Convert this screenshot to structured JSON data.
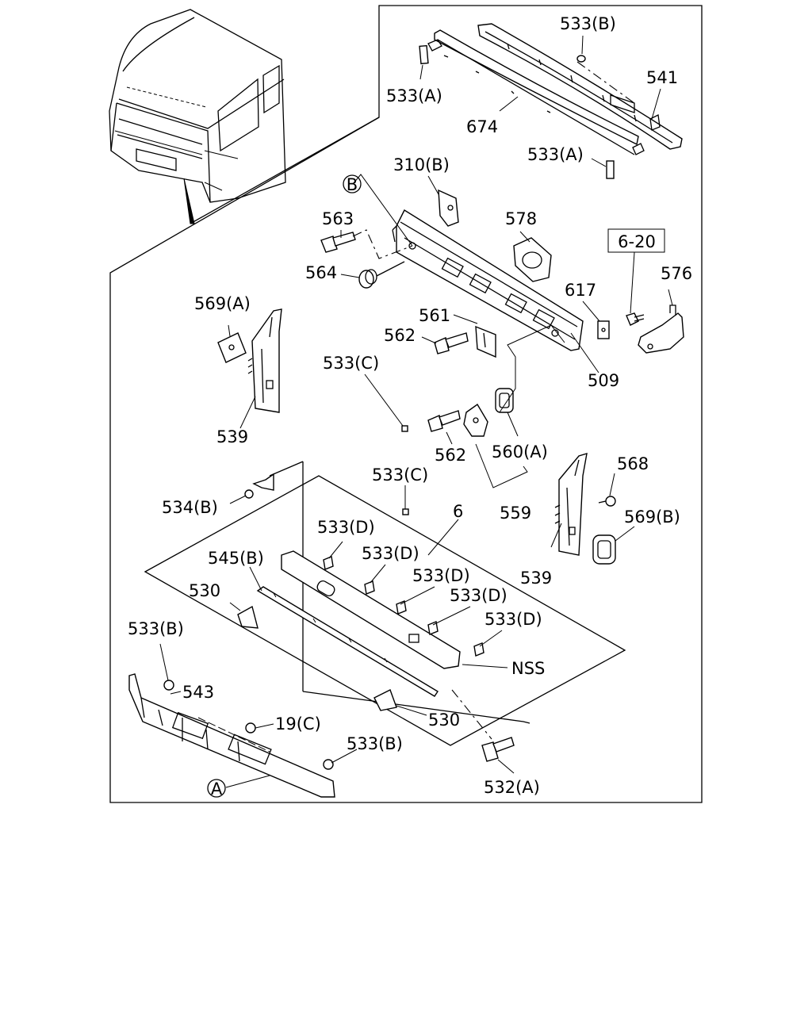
{
  "box_label": "6-20",
  "circle_labels": {
    "a": "A",
    "b": "B"
  },
  "callouts": {
    "c533b_top": "533(B)",
    "c541": "541",
    "c533a_top": "533(A)",
    "c674": "674",
    "c533a_mid": "533(A)",
    "c310b": "310(B)",
    "c563": "563",
    "c578": "578",
    "c564": "564",
    "c576": "576",
    "c617": "617",
    "c569a": "569(A)",
    "c561": "561",
    "c562_top": "562",
    "c509": "509",
    "c533c_top": "533(C)",
    "c539_left": "539",
    "c562_bottom": "562",
    "c560a": "560(A)",
    "c568": "568",
    "c533c_mid": "533(C)",
    "c534b": "534(B)",
    "c6": "6",
    "c559": "559",
    "c569b": "569(B)",
    "c533d_1": "533(D)",
    "c533d_2": "533(D)",
    "c545b": "545(B)",
    "c533d_3": "533(D)",
    "c530_left": "530",
    "c533d_4": "533(D)",
    "c539_right": "539",
    "c533d_5": "533(D)",
    "c533b_left": "533(B)",
    "cnss": "NSS",
    "c543": "543",
    "c530_bottom": "530",
    "c19c": "19(C)",
    "c533b_bottom": "533(B)",
    "c532a": "532(A)"
  }
}
